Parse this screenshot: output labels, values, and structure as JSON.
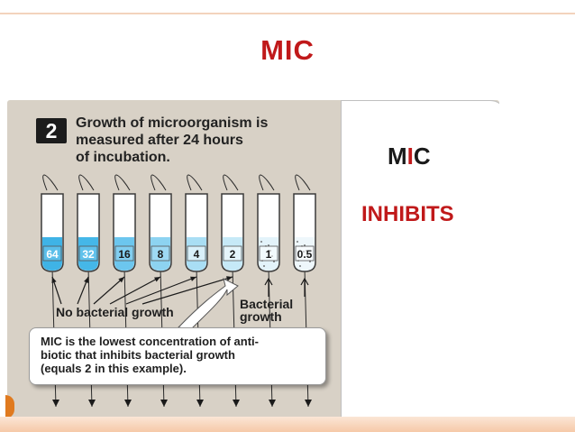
{
  "slide": {
    "title": "MIC"
  },
  "figure": {
    "step_number": "2",
    "step_lines": [
      "Growth of microorganism is",
      "measured after 24 hours",
      "of incubation."
    ],
    "tubes": [
      {
        "value": "64",
        "growth": false,
        "liquid": "#3fb3e6"
      },
      {
        "value": "32",
        "growth": false,
        "liquid": "#45b7e8"
      },
      {
        "value": "16",
        "growth": false,
        "liquid": "#6cc6ee"
      },
      {
        "value": "8",
        "growth": false,
        "liquid": "#8dd3f1"
      },
      {
        "value": "4",
        "growth": false,
        "liquid": "#a9def4"
      },
      {
        "value": "2",
        "growth": false,
        "liquid": "#c6e9f7"
      },
      {
        "value": "1",
        "growth": true,
        "liquid": "#e3f3fa"
      },
      {
        "value": "0.5",
        "growth": true,
        "liquid": "#eef7fb"
      }
    ],
    "no_growth_label": "No bacterial growth",
    "growth_label_lines": [
      "Bacterial",
      "growth"
    ],
    "callout_lines": [
      "MIC is the lowest concentration of anti-",
      "biotic that inhibits bacterial growth",
      "(equals 2 in this example)."
    ]
  },
  "side": {
    "mic_prefix": "M",
    "mic_highlight": "I",
    "mic_suffix": "C",
    "inhibits": "INHIBITS"
  },
  "colors": {
    "title_red": "#c0191a",
    "panel": "#d8d1c6",
    "accent_orange": "#e07a1f"
  }
}
